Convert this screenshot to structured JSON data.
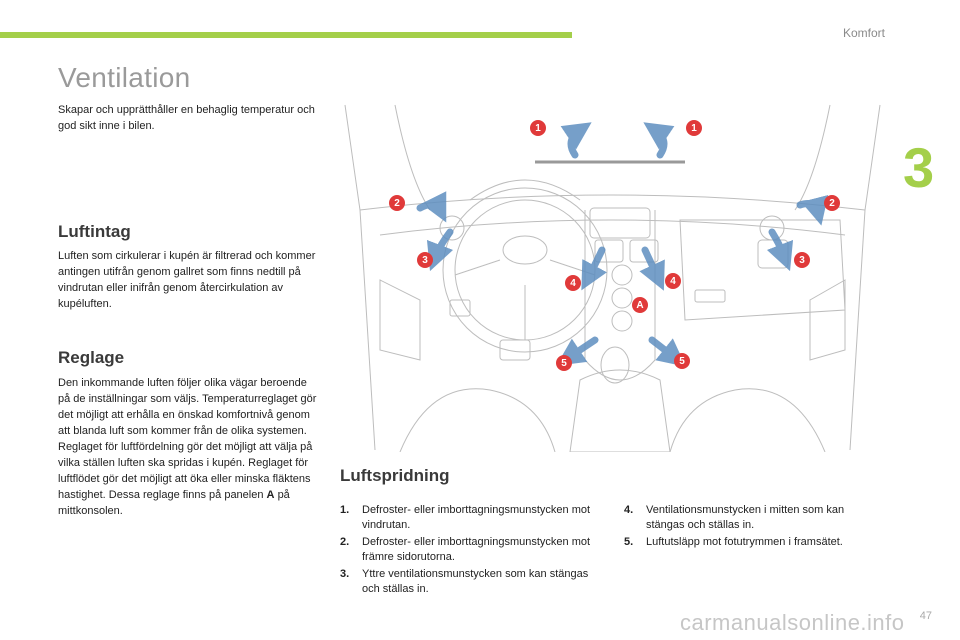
{
  "header": {
    "section": "Komfort",
    "chapter": "3"
  },
  "title": "Ventilation",
  "intro": "Skapar och upprätthåller en behaglig temperatur och god sikt inne i bilen.",
  "luftintag": {
    "heading": "Luftintag",
    "text": "Luften som cirkulerar i kupén är filtrerad och kommer antingen utifrån genom gallret som finns nedtill på vindrutan eller inifrån genom återcirkulation av kupéluften."
  },
  "reglage": {
    "heading": "Reglage",
    "text": "Den inkommande luften följer olika vägar beroende på de inställningar som väljs. Temperaturreglaget gör det möjligt att erhålla en önskad komfortnivå genom att blanda luft som kommer från de olika systemen. Reglaget för luftfördelning gör det möjligt att välja på vilka ställen luften ska spridas i kupén. Reglaget för luftflödet gör det möjligt att öka eller minska fläktens hastighet. Dessa reglage finns på panelen",
    "panel": "A",
    "text_end": "på mittkonsolen."
  },
  "luftspridning": {
    "heading": "Luftspridning",
    "items_left": [
      {
        "num": "1.",
        "text": "Defroster- eller imborttagningsmunstycken mot vindrutan."
      },
      {
        "num": "2.",
        "text": "Defroster- eller imborttagningsmunstycken mot främre sidorutorna."
      },
      {
        "num": "3.",
        "text": "Yttre ventilationsmunstycken som kan stängas och ställas in."
      }
    ],
    "items_right": [
      {
        "num": "4.",
        "text": "Ventilationsmunstycken i mitten som kan stängas och ställas in."
      },
      {
        "num": "5.",
        "text": "Luftutsläpp mot fotutrymmen i framsätet."
      }
    ]
  },
  "diagram": {
    "markers": {
      "m1": "1",
      "m2": "2",
      "m3": "3",
      "m4": "4",
      "m5": "5",
      "mA": "A"
    },
    "marker_color": "#e03a3a",
    "arrow_color": "#5f8fc0"
  },
  "footer": {
    "page": "47",
    "watermark": "carmanualsonline.info"
  }
}
